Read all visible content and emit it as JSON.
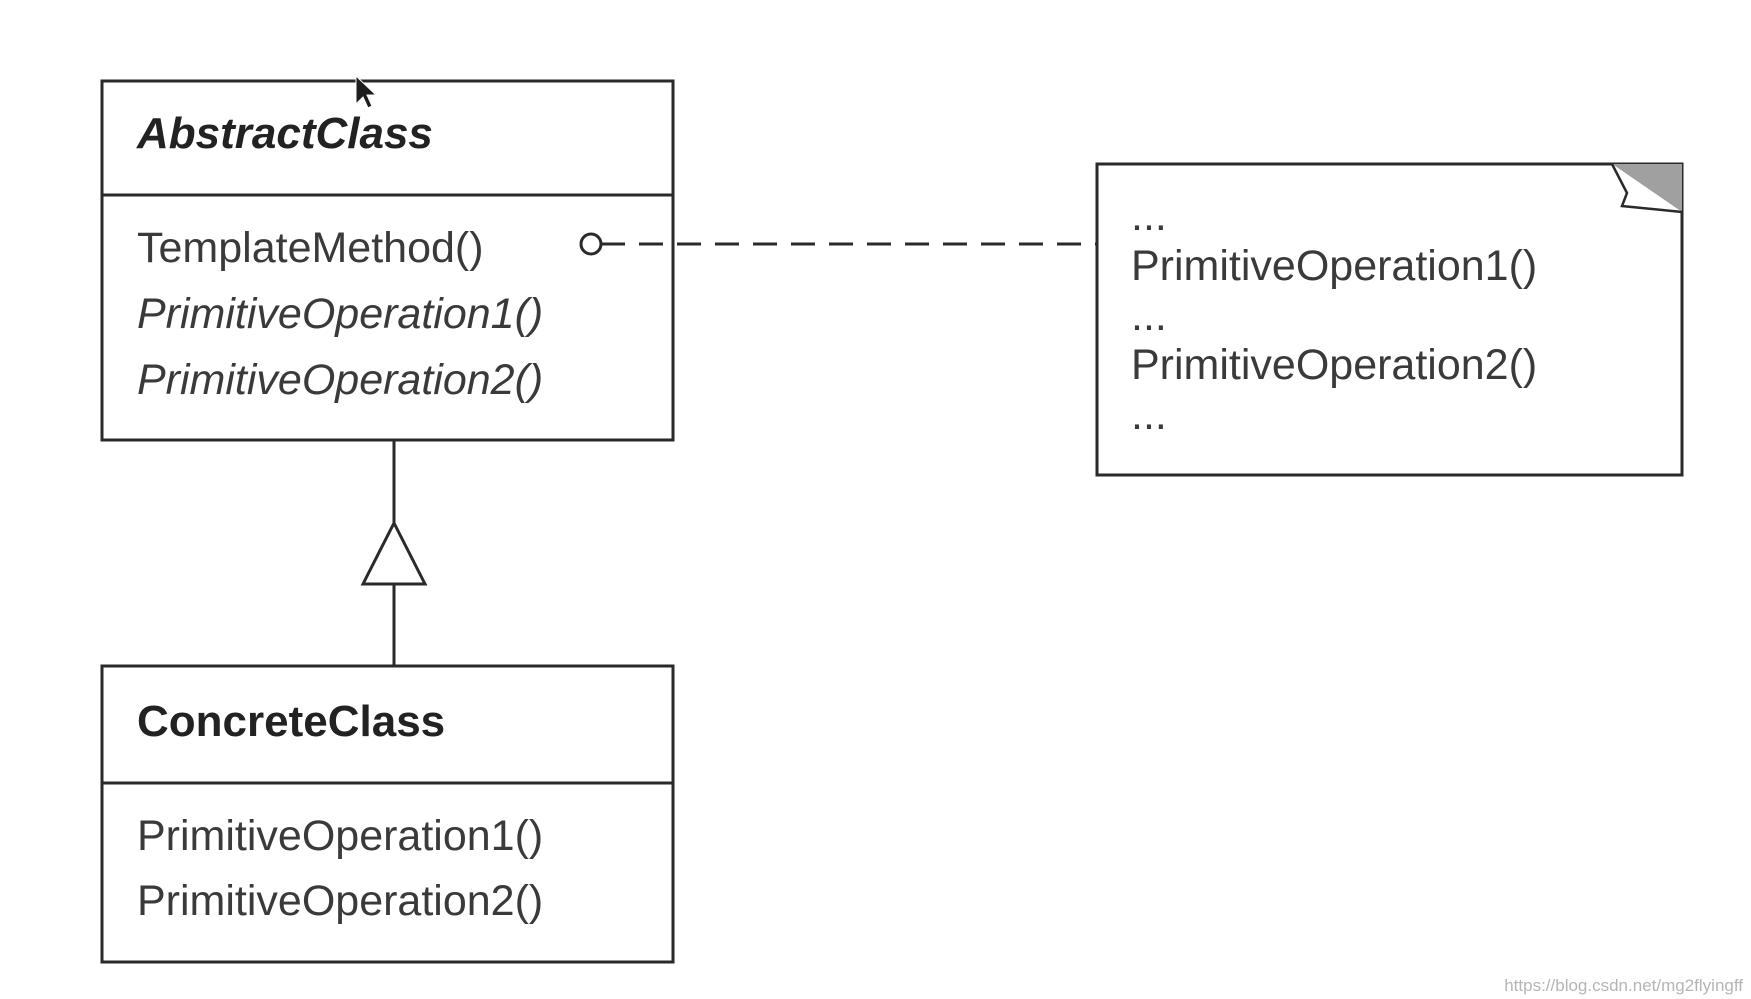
{
  "abstract_class": {
    "name": "AbstractClass",
    "operations": [
      {
        "label": "TemplateMethod()",
        "italic": false
      },
      {
        "label": "PrimitiveOperation1()",
        "italic": true
      },
      {
        "label": "PrimitiveOperation2()",
        "italic": true
      }
    ]
  },
  "concrete_class": {
    "name": "ConcreteClass",
    "operations": [
      {
        "label": "PrimitiveOperation1()"
      },
      {
        "label": "PrimitiveOperation2()"
      }
    ]
  },
  "note": {
    "lines": [
      "...",
      "PrimitiveOperation1()",
      "...",
      "PrimitiveOperation2()",
      "..."
    ],
    "corner_color": "#a0a0a0"
  },
  "watermark": "https://blog.csdn.net/mg2flyingff",
  "colors": {
    "line": "#2a2a2a",
    "text": "#3a3a3a"
  }
}
